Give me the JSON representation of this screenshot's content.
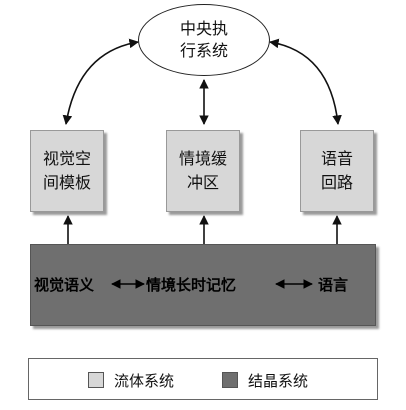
{
  "central": {
    "line1": "中央执",
    "line2": "行系统"
  },
  "boxes": [
    {
      "line1": "视觉空",
      "line2": "间模板"
    },
    {
      "line1": "情境缓",
      "line2": "冲区"
    },
    {
      "line1": "语音",
      "line2": "回路"
    }
  ],
  "band": {
    "left": "视觉语义",
    "middle": "情境长时记忆",
    "right": "语言"
  },
  "legend": {
    "fluid": "流体系统",
    "crystal": "结晶系统"
  },
  "colors": {
    "fluid": "#d7d7d7",
    "crystal": "#6f6f6f"
  }
}
